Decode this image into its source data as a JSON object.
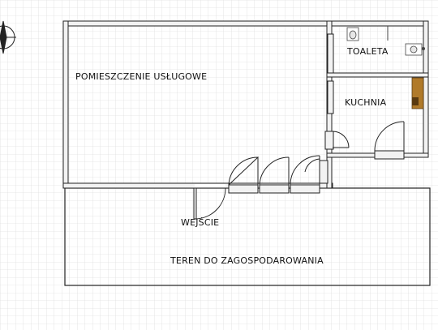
{
  "rooms": {
    "service_room": "POMIESZCZENIE USŁUGOWE",
    "toilet": "TOALETA",
    "kitchen": "KUCHNIA",
    "entrance": "WEJŚCIE",
    "development_area": "TEREN DO ZAGOSPODAROWANIA"
  },
  "icons": {
    "compass": "compass-rose-icon",
    "toilet_fixture": "toilet-icon",
    "sink_fixture": "sink-icon",
    "kitchen_counter": "kitchen-counter-icon"
  },
  "colors": {
    "wall_outline": "#222222",
    "wall_fill": "#f2f2f2",
    "grid": "#cccccc",
    "kitchen_unit": "#b07a2a"
  }
}
